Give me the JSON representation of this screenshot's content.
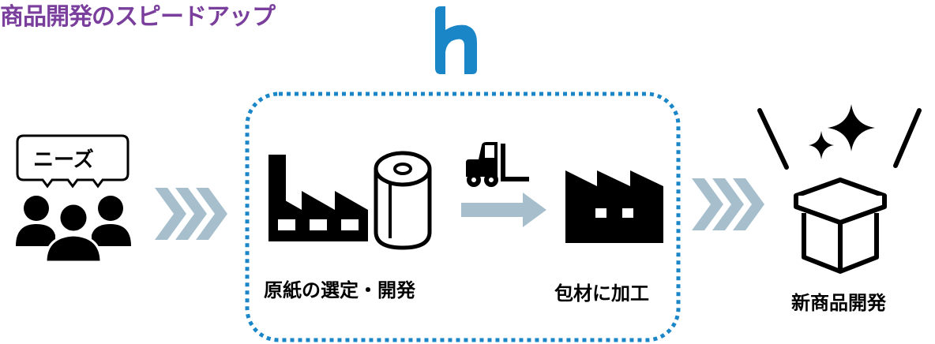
{
  "title": "商品開発のスピードアップ",
  "logo": {
    "icon": "h-logo-icon",
    "color": "#1a86c8"
  },
  "needs": {
    "bubble_text": "ニーズ",
    "icon": "people-group-icon"
  },
  "process_box": {
    "border_color": "#1a86c8",
    "left_label": "原紙の選定・開発",
    "right_label": "包材に加工",
    "icons": [
      "factory-icon",
      "paper-roll-icon",
      "forklift-icon",
      "arrow-right-icon",
      "factory-icon"
    ]
  },
  "result": {
    "label": "新商品開発",
    "icon": "gift-box-sparkle-icon"
  },
  "colors": {
    "arrow": "#a7bfcd",
    "accent": "#7a3f9d"
  }
}
